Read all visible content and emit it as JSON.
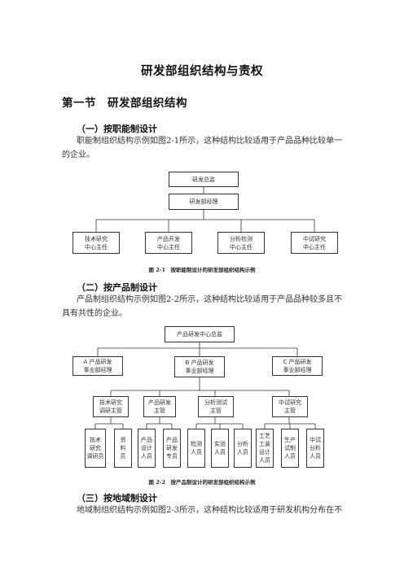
{
  "doc_title": "研发部组织结构与责权",
  "section_title": "第一节　研发部组织结构",
  "sub1": {
    "heading": "（一）按职能制设计",
    "para": "职能制组织结构示例如图2-1所示，这种结构比较适用于产品品种比较单一的企业。",
    "caption": "图 2-1　按职能制设计的研发部组织结构示例"
  },
  "chart1": {
    "top": "研发总监",
    "second": "研发部经理",
    "units": [
      "技术研究\n中心主任",
      "产品开发\n中心主任",
      "分析检测\n中心主任",
      "中试研究\n中心主任"
    ]
  },
  "sub2": {
    "heading": "（二）按产品制设计",
    "para": "产品制组织结构示例如图2-2所示，这种结构比较适用于产品品种较多且不具有共性的企业。",
    "caption": "图 2-2　按产品制设计的研发部组织结构示例"
  },
  "chart2": {
    "top": "产品研发中心总监",
    "divisions": [
      "A 产品研发\n事业部经理",
      "B 产品研发\n事业部经理",
      "C 产品研发\n事业部经理"
    ],
    "managers": [
      "技术研究\n调研主管",
      "产品研发\n主管",
      "分析测试\n主管",
      "中试研究\n主管"
    ],
    "staff": [
      "技术\n研究\n调研员",
      "资\n料\n员",
      "产品\n设计\n人员",
      "产品\n研发\n专员",
      "检测\n人员",
      "实验\n人员",
      "分析\n人员",
      "工艺\n工装\n设计\n人员",
      "生产\n试制\n人员",
      "中试\n分析\n人员"
    ]
  },
  "sub3": {
    "heading": "（三）按地域制设计",
    "para": "地域制组织结构示例如图2-3所示，这种结构比较适用于研发机构分布在不"
  }
}
